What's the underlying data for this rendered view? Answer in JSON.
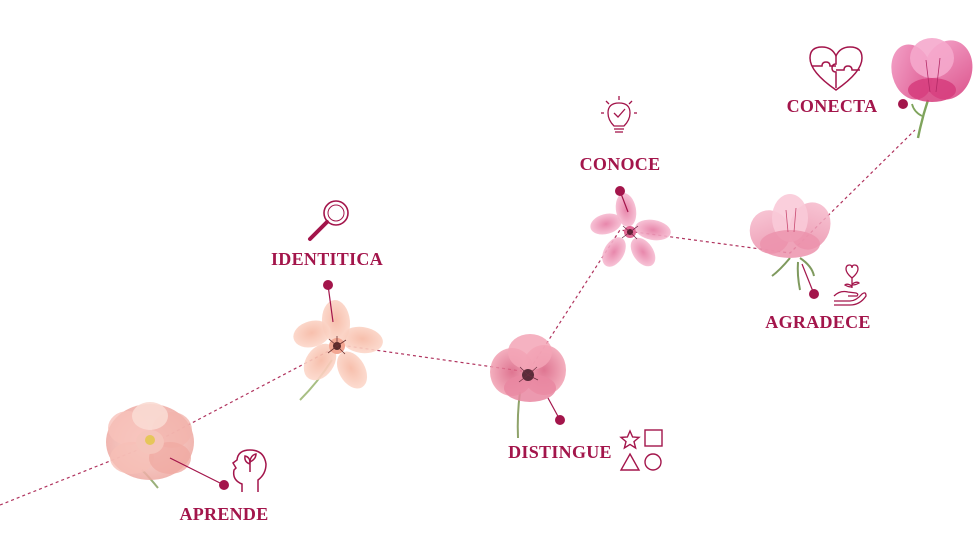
{
  "colors": {
    "accent": "#a3154b",
    "path": "#b0335e",
    "leaf": "#9ab07a"
  },
  "steps": [
    {
      "label": "APRENDE",
      "icon": "head-plant-icon"
    },
    {
      "label": "IDENTITICA",
      "icon": "magnifier-icon"
    },
    {
      "label": "DISTINGUE",
      "icon": "shapes-icon"
    },
    {
      "label": "CONOCE",
      "icon": "lightbulb-icon"
    },
    {
      "label": "AGRADECE",
      "icon": "heart-hand-icon"
    },
    {
      "label": "CONECTA",
      "icon": "heart-puzzle-icon"
    }
  ]
}
